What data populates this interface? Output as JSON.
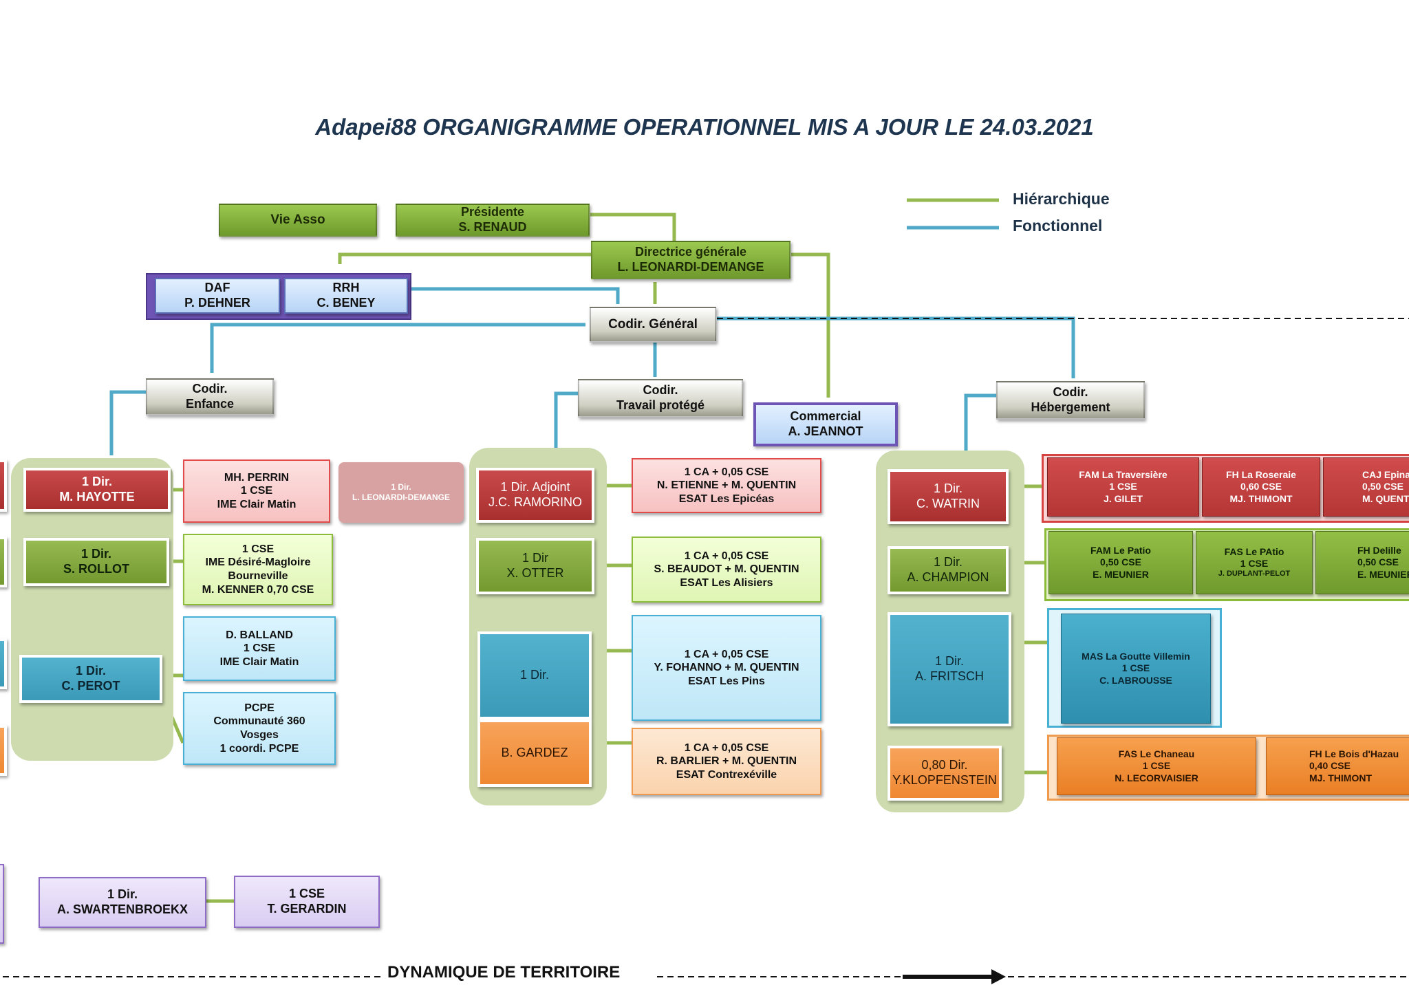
{
  "title": "Adapei88 ORGANIGRAMME OPERATIONNEL MIS A JOUR LE 24.03.2021",
  "legend": {
    "hierarchique": "Hiérarchique",
    "fonctionnel": "Fonctionnel"
  },
  "colors": {
    "hierarchique": "#95b84f",
    "fonctionnel": "#4fa9c7"
  },
  "top": {
    "vie_asso": "Vie Asso",
    "presidente": {
      "role": "Présidente",
      "name": "S. RENAUD"
    },
    "directrice": {
      "role": "Directrice générale",
      "name": "L. LEONARDI-DEMANGE"
    },
    "daf": {
      "role": "DAF",
      "name": "P. DEHNER"
    },
    "rrh": {
      "role": "RRH",
      "name": "C. BENEY"
    },
    "codir_general": "Codir. Général",
    "commercial": {
      "role": "Commercial",
      "name": "A. JEANNOT"
    }
  },
  "codirs": {
    "enfance": {
      "l1": "Codir.",
      "l2": "Enfance"
    },
    "travail": {
      "l1": "Codir.",
      "l2": "Travail protégé"
    },
    "hebergement": {
      "l1": "Codir.",
      "l2": "Hébergement"
    }
  },
  "enfance": {
    "hayotte": {
      "l1": "1 Dir.",
      "l2": "M. HAYOTTE"
    },
    "rollot": {
      "l1": "1 Dir.",
      "l2": "S. ROLLOT"
    },
    "perot": {
      "l1": "1 Dir.",
      "l2": "C. PEROT"
    },
    "perrin": [
      "MH. PERRIN",
      "1 CSE",
      "IME Clair Matin"
    ],
    "bourneville": [
      "1 CSE",
      "IME Désiré-Magloire",
      "Bourneville",
      "M. KENNER 0,70 CSE"
    ],
    "balland": [
      "D. BALLAND",
      "1 CSE",
      "IME Clair Matin"
    ],
    "pcpe": [
      "PCPE",
      "Communauté 360",
      "Vosges",
      "1 coordi. PCPE"
    ],
    "leonardi": [
      "1 Dir.",
      "L. LEONARDI-DEMANGE"
    ]
  },
  "travail": {
    "ramorino": {
      "l1": "1 Dir. Adjoint",
      "l2": "J.C. RAMORINO"
    },
    "otter": {
      "l1": "1 Dir",
      "l2": "X. OTTER"
    },
    "dir": "1 Dir.",
    "gardez": "B. GARDEZ",
    "epiceas": [
      "1 CA + 0,05 CSE",
      "N. ETIENNE + M. QUENTIN",
      "ESAT Les Epicéas"
    ],
    "alisiers": [
      "1 CA + 0,05 CSE",
      "S. BEAUDOT + M. QUENTIN",
      "ESAT Les Alisiers"
    ],
    "pins": [
      "1 CA + 0,05 CSE",
      "Y. FOHANNO + M. QUENTIN",
      "ESAT Les Pins"
    ],
    "contrexeville": [
      "1 CA + 0,05 CSE",
      "R. BARLIER + M. QUENTIN",
      "ESAT Contrexéville"
    ]
  },
  "hebergement": {
    "watrin": {
      "l1": "1 Dir.",
      "l2": "C. WATRIN"
    },
    "champion": {
      "l1": "1 Dir.",
      "l2": "A. CHAMPION"
    },
    "fritsch": {
      "l1": "1 Dir.",
      "l2": "A. FRITSCH"
    },
    "klopfenstein": {
      "l1": "0,80 Dir.",
      "l2": "Y.KLOPFENSTEIN"
    },
    "red_units": [
      [
        "FAM La Traversière",
        "1 CSE",
        "J. GILET"
      ],
      [
        "FH La Roseraie",
        "0,60  CSE",
        "MJ. THIMONT"
      ],
      [
        "CAJ Epinal",
        "0,50  CSE",
        "M. QUENTIN"
      ]
    ],
    "green_units": [
      [
        "FAM Le Patio",
        "0,50   CSE",
        "E. MEUNIER"
      ],
      [
        "FAS Le PAtio",
        "1  CSE",
        "J. DUPLANT-PELOT"
      ],
      [
        "FH Delille",
        "0,50  CSE",
        "E. MEUNIER"
      ]
    ],
    "teal_unit": [
      "MAS La Goutte Villemin",
      "1   CSE",
      "C. LABROUSSE"
    ],
    "orange_units": [
      [
        "FAS Le Chaneau",
        "1  CSE",
        "N. LECORVAISIER"
      ],
      [
        "FH Le Bois d'Hazau",
        "0,40   CSE",
        "MJ. THIMONT"
      ]
    ]
  },
  "bottom": {
    "swartenbroekx": {
      "l1": "1 Dir.",
      "l2": "A. SWARTENBROEKX"
    },
    "gerardin": {
      "l1": "1 CSE",
      "l2": "T. GERARDIN"
    }
  },
  "footer": "DYNAMIQUE DE TERRITOIRE"
}
